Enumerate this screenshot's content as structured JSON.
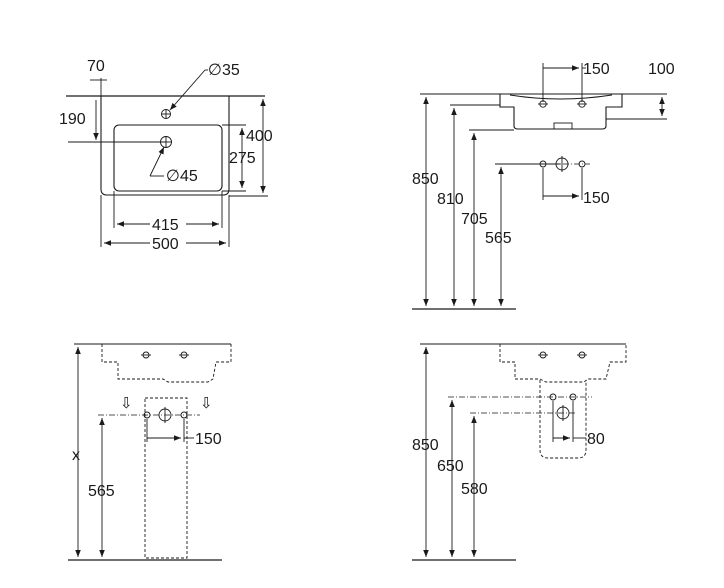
{
  "views": {
    "top": {
      "offset_70": "70",
      "hole_35": "∅35",
      "dist_190": "190",
      "depth_400": "400",
      "bowl_275": "275",
      "waste_45": "∅45",
      "bowl_415": "415",
      "width_500": "500"
    },
    "side": {
      "taps_150": "150",
      "top_100": "100",
      "height_850": "850",
      "height_810": "810",
      "height_705": "705",
      "height_565": "565",
      "supply_150": "150"
    },
    "front_pedestal": {
      "height_x": "x",
      "height_565": "565",
      "supply_150": "150"
    },
    "side_semipedestal": {
      "height_850": "850",
      "height_650": "650",
      "height_580": "580",
      "offset_80": "80"
    }
  }
}
